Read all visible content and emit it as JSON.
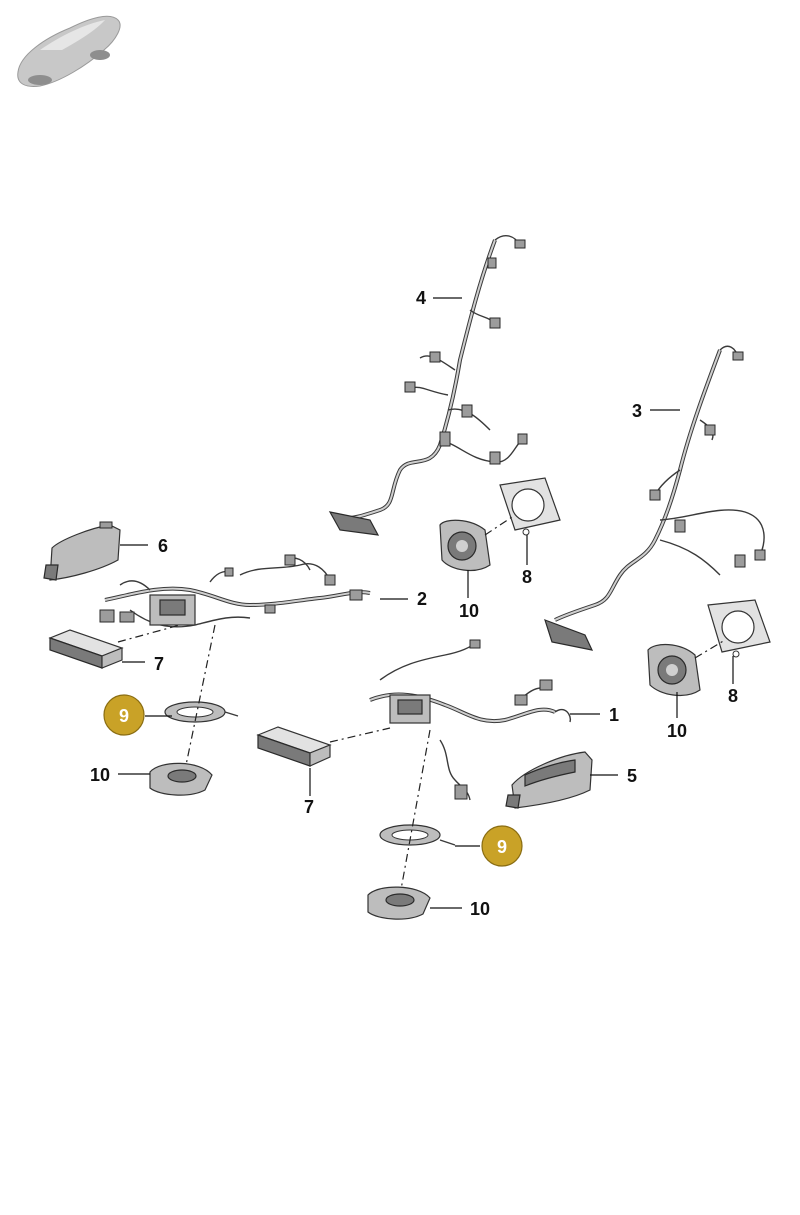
{
  "diagram": {
    "callouts": [
      {
        "id": "c4",
        "label": "4"
      },
      {
        "id": "c3",
        "label": "3"
      },
      {
        "id": "c6",
        "label": "6"
      },
      {
        "id": "c2",
        "label": "2"
      },
      {
        "id": "c8a",
        "label": "8"
      },
      {
        "id": "c10a",
        "label": "10"
      },
      {
        "id": "c7a",
        "label": "7"
      },
      {
        "id": "c9a",
        "label": "9"
      },
      {
        "id": "c10b",
        "label": "10"
      },
      {
        "id": "c1",
        "label": "1"
      },
      {
        "id": "c8b",
        "label": "8"
      },
      {
        "id": "c10c",
        "label": "10"
      },
      {
        "id": "c5",
        "label": "5"
      },
      {
        "id": "c7b",
        "label": "7"
      },
      {
        "id": "c9b",
        "label": "9"
      },
      {
        "id": "c10d",
        "label": "10"
      }
    ],
    "highlight_color": "#c9a227"
  }
}
